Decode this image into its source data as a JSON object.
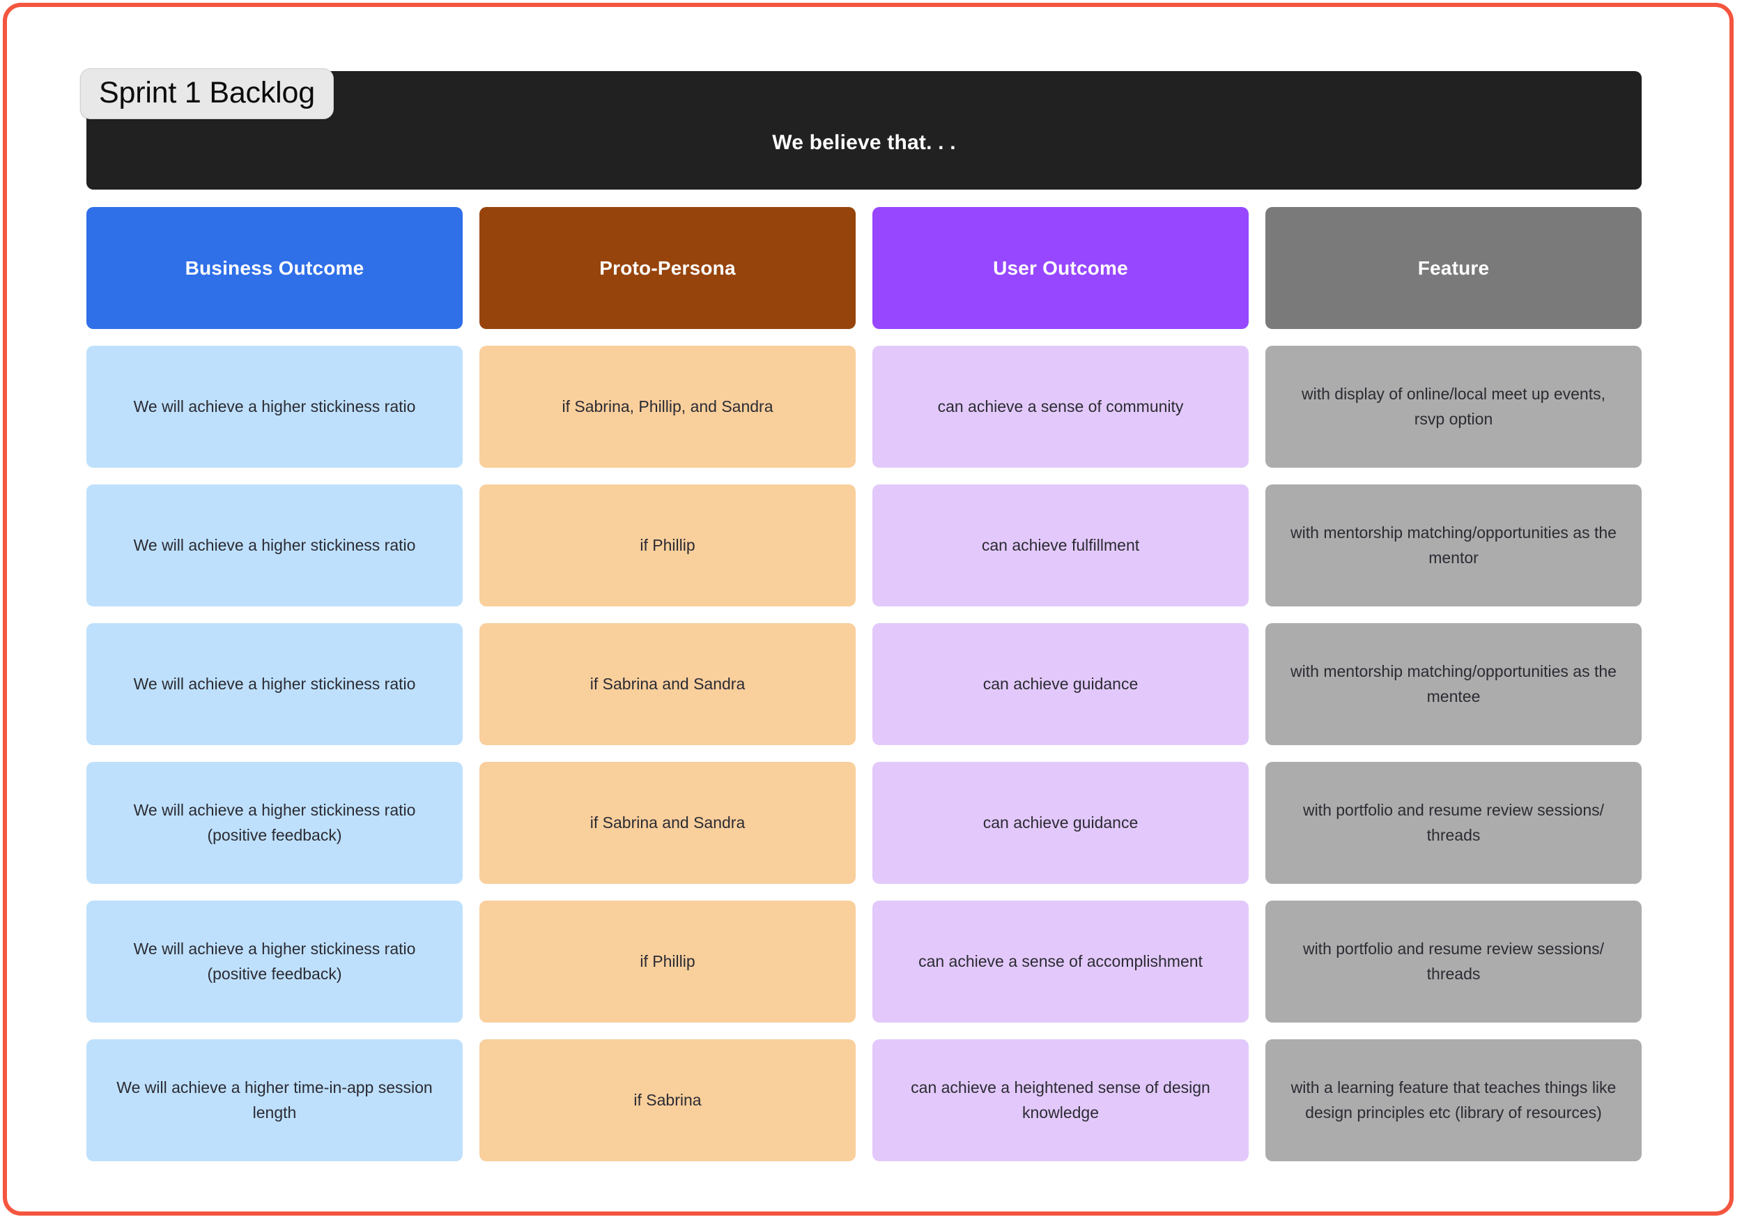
{
  "frame": {
    "border_color": "#f4553f",
    "background": "#ffffff"
  },
  "title_badge": {
    "label": "Sprint 1 Backlog"
  },
  "banner": {
    "text": "We believe that. . .",
    "background": "#212121",
    "text_color": "#ffffff"
  },
  "columns": [
    {
      "key": "business",
      "label": "Business Outcome",
      "header_color": "#2f6fe8",
      "cell_color": "#bee0fc"
    },
    {
      "key": "persona",
      "label": "Proto-Persona",
      "header_color": "#96440c",
      "cell_color": "#f9cf9c"
    },
    {
      "key": "user",
      "label": "User Outcome",
      "header_color": "#9747ff",
      "cell_color": "#e3c9fb"
    },
    {
      "key": "feature",
      "label": "Feature",
      "header_color": "#7a7a7a",
      "cell_color": "#acacac"
    }
  ],
  "rows": [
    {
      "business": "We will achieve a higher stickiness ratio",
      "persona": "if Sabrina, Phillip, and Sandra",
      "user": "can achieve  a sense of community",
      "feature": "with display of online/local meet up events, rsvp option"
    },
    {
      "business": "We will achieve a higher stickiness ratio",
      "persona": "if Phillip",
      "user": "can achieve fulfillment",
      "feature": "with mentorship matching/opportunities as the mentor"
    },
    {
      "business": "We will achieve a higher stickiness ratio",
      "persona": "if Sabrina and Sandra",
      "user": "can achieve guidance",
      "feature": "with mentorship matching/opportunities as the mentee"
    },
    {
      "business": "We will achieve a higher stickiness ratio (positive feedback)",
      "persona": "if Sabrina and Sandra",
      "user": "can achieve guidance",
      "feature": "with portfolio and resume review sessions/ threads"
    },
    {
      "business": "We will achieve a higher stickiness ratio (positive feedback)",
      "persona": "if Phillip",
      "user": "can achieve a sense of accomplishment",
      "feature": "with portfolio and resume review sessions/ threads"
    },
    {
      "business": "We will achieve a higher time-in-app session length",
      "persona": "if Sabrina",
      "user": "can achieve a heightened sense of design knowledge",
      "feature": "with a learning feature that teaches things like design principles etc (library of resources)"
    }
  ]
}
